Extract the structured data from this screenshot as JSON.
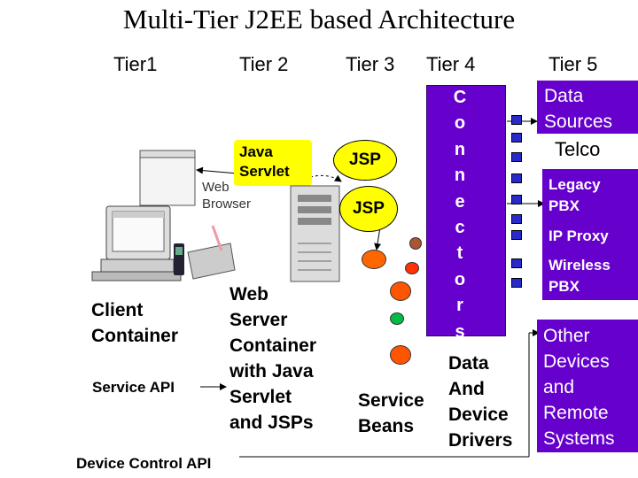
{
  "title": "Multi-Tier J2EE based Architecture",
  "tiers": [
    "Tier1",
    "Tier 2",
    "Tier 3",
    "Tier 4",
    "Tier 5"
  ],
  "connectors": [
    "C",
    "o",
    "n",
    "n",
    "e",
    "c",
    "t",
    "o",
    "r",
    "s"
  ],
  "tier5": {
    "data_sources": [
      "Data",
      "Sources"
    ],
    "telco": "Telco",
    "legacy_pbx": [
      "Legacy",
      "PBX"
    ],
    "ip_proxy": "IP Proxy",
    "wireless_pbx": [
      "Wireless",
      "PBX"
    ],
    "other_devices": [
      "Other",
      "Devices",
      "and",
      "Remote",
      "Systems"
    ]
  },
  "java_servlet": [
    "Java",
    "Servlet"
  ],
  "jsp": "JSP",
  "web_browser": [
    "Web",
    "Browser"
  ],
  "client_container": [
    "Client",
    "Container"
  ],
  "web_server_container": [
    "Web",
    "Server",
    "Container",
    "with Java",
    "Servlet",
    "and JSPs"
  ],
  "service_api": "Service API",
  "service_beans": [
    "Service",
    "Beans"
  ],
  "data_drivers": [
    "Data",
    "And",
    "Device",
    "Drivers"
  ],
  "device_control_api": "Device Control API",
  "colors": {
    "accent_purple": "#6600cc",
    "highlight_yellow": "#ffff00",
    "port_blue": "#2a2acc"
  }
}
